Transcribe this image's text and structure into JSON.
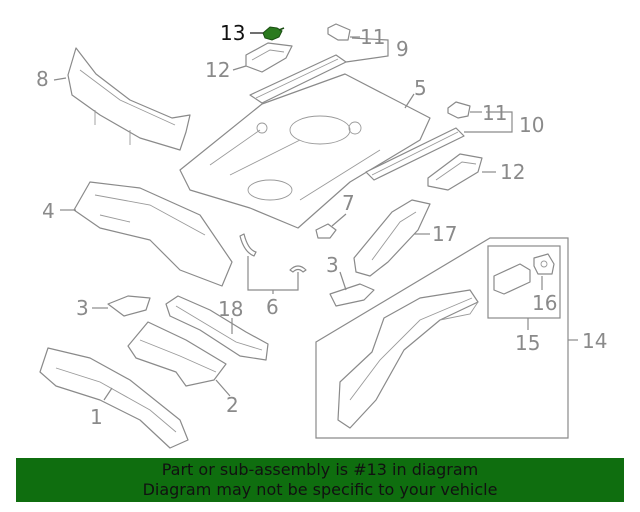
{
  "diagram": {
    "callouts": {
      "c1": "1",
      "c2": "2",
      "c3a": "3",
      "c3b": "3",
      "c4": "4",
      "c5": "5",
      "c6": "6",
      "c7": "7",
      "c8": "8",
      "c9": "9",
      "c10": "10",
      "c11a": "11",
      "c11b": "11",
      "c12a": "12",
      "c12b": "12",
      "c13": "13",
      "c14": "14",
      "c15": "15",
      "c16": "16",
      "c17": "17",
      "c18": "18"
    },
    "highlighted_callout": "13",
    "colors": {
      "outline": "#8a8a8a",
      "highlight": "#2b7a1e",
      "banner_bg": "#0f6e0f"
    }
  },
  "banner": {
    "line1": "Part or sub-assembly is #13 in diagram",
    "line2": "Diagram may not be specific to your vehicle"
  }
}
